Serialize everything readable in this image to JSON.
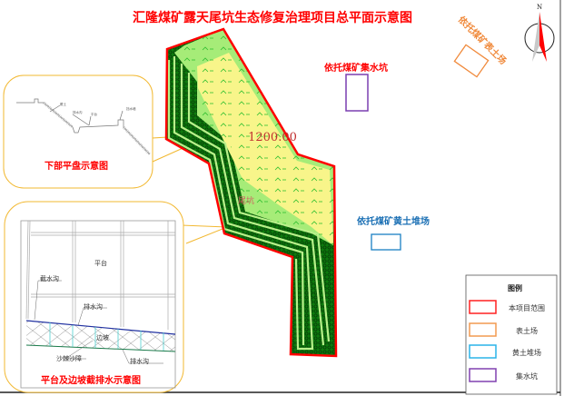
{
  "title": "汇隆煤矿露天尾坑生态修复治理项目总平面示意图",
  "colors": {
    "boundary": "#ff0000",
    "topsoil": "#f08a3c",
    "yellow_soil": "#1a7fc4",
    "sump": "#7a3fb0",
    "callout": "#f2b830",
    "title": "#ff0000"
  },
  "labels": {
    "sump": "依托煤矿集水坑",
    "topsoil": "依托煤矿表土场",
    "yellow_soil": "依托煤矿黄土堆场",
    "elevation": "1200.00",
    "pit": "尾坑"
  },
  "compass": {
    "north": "N"
  },
  "callout_top": {
    "caption": "下部平盘示意图",
    "annotations": [
      "覆土",
      "排水沟",
      "平台",
      "挡水墙"
    ]
  },
  "callout_bottom": {
    "caption": "平台及边坡截排水示意图",
    "platform": "平台",
    "intercept_ditch": "截水沟",
    "drain_ditch_top": "排水沟",
    "slope": "边坡",
    "sand_gravel": "沙棘沙障",
    "drain_ditch_bottom": "排水沟"
  },
  "legend": {
    "title": "图例",
    "items": [
      {
        "label": "本项目范围",
        "color": "#ff2020"
      },
      {
        "label": "表土场",
        "color": "#f29a50"
      },
      {
        "label": "黄土堆场",
        "color": "#2ab4e8"
      },
      {
        "label": "集水坑",
        "color": "#8040b0"
      }
    ]
  }
}
